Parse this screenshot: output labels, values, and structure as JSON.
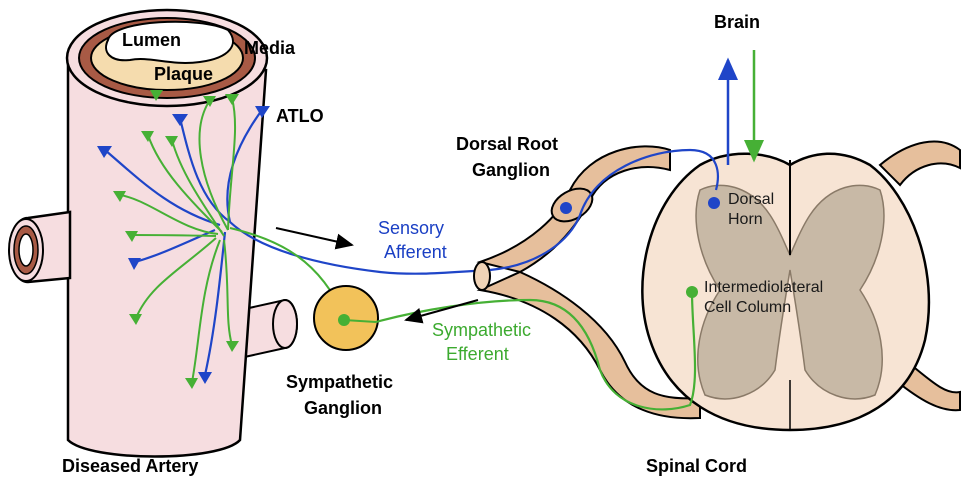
{
  "colors": {
    "sensory": "#1f45c8",
    "sympathetic": "#46b035",
    "vessel": "#f6dde0",
    "plaque": "#f5dcae",
    "media": "#a85a45",
    "ganglion": "#f2c25a",
    "cord_white": "#f7e4d4",
    "cord_gray": "#c8b9a6",
    "root": "#e6bf9c"
  },
  "labels": {
    "lumen": "Lumen",
    "media": "Media",
    "plaque": "Plaque",
    "atlo": "ATLO",
    "brain": "Brain",
    "dorsal_root_ganglion": [
      "Dorsal Root",
      "Ganglion"
    ],
    "dorsal_horn": [
      "Dorsal",
      "Horn"
    ],
    "sensory_afferent": [
      "Sensory",
      "Afferent"
    ],
    "sympathetic_efferent": [
      "Sympathetic",
      "Efferent"
    ],
    "intermediolateral": [
      "Intermediolateral",
      "Cell Column"
    ],
    "sympathetic_ganglion": [
      "Sympathetic",
      "Ganglion"
    ],
    "diseased_artery": "Diseased Artery",
    "spinal_cord": "Spinal Cord"
  }
}
